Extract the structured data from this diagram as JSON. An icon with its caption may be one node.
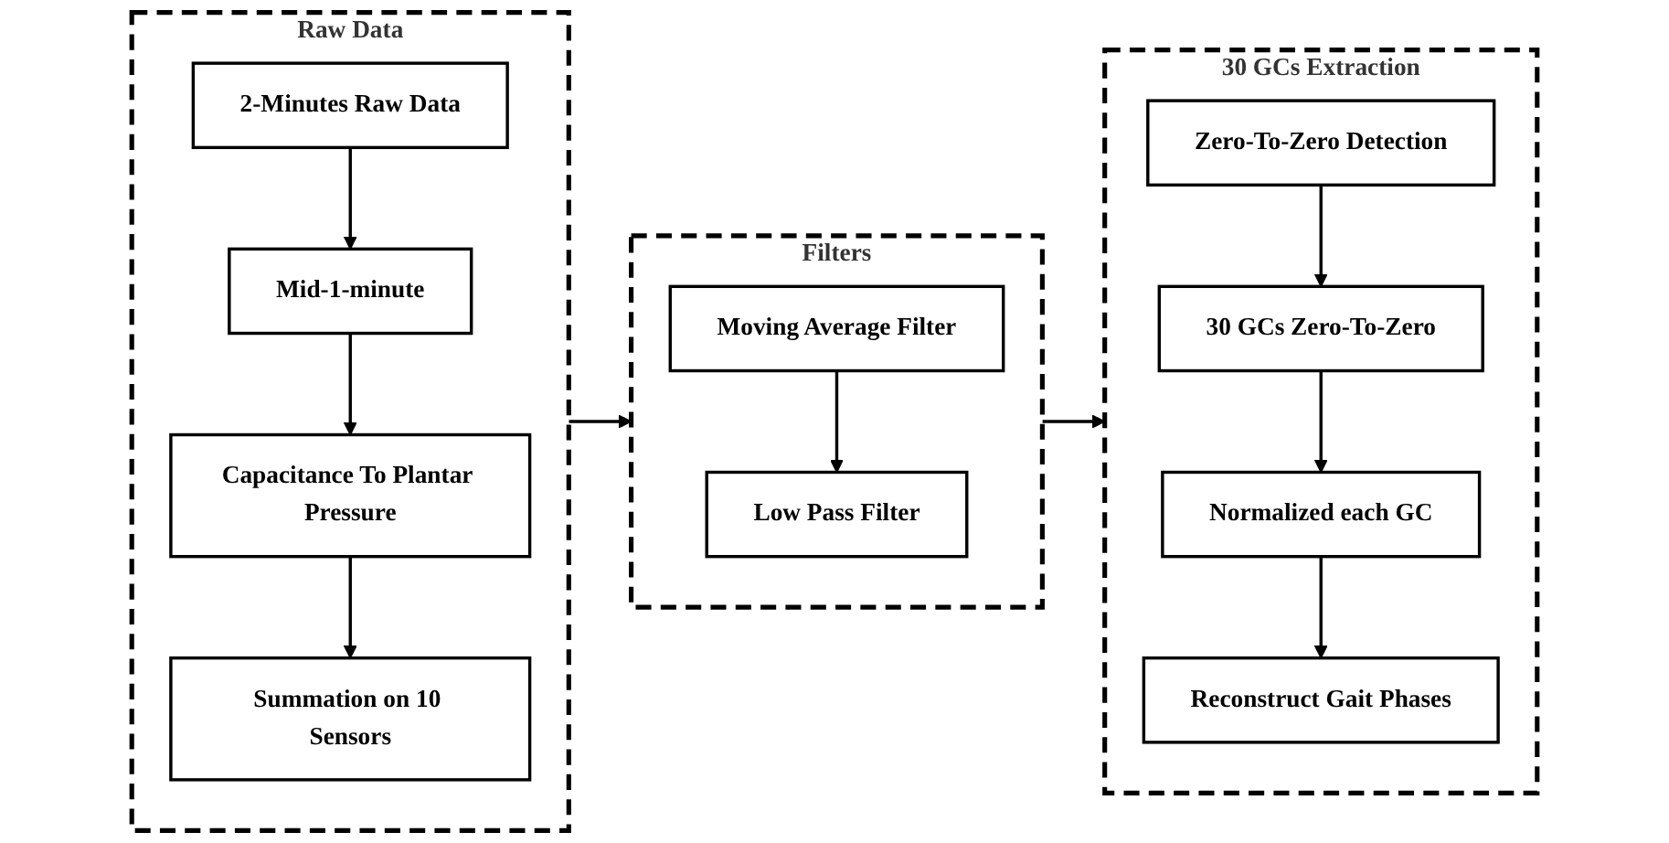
{
  "diagram": {
    "nodes": [
      {
        "text": [
          "Raw Data"
        ]
      },
      {
        "text": [
          "2-Minutes Raw Data"
        ],
        "in": 0
      },
      {
        "text": [
          "Mid-1-minute"
        ],
        "in": 0
      },
      {
        "text": [
          "Capacitance To Plantar Pressure"
        ],
        "in": 0
      },
      {
        "text": [
          "Summation on 10 Sensors"
        ],
        "in": 0
      },
      {
        "text": [
          "Filters"
        ]
      },
      {
        "text": [
          "Moving Average Filter"
        ],
        "in": 5
      },
      {
        "text": [
          "Low Pass Filter"
        ],
        "in": 5
      },
      {
        "text": [
          "30 GCs Extraction"
        ]
      },
      {
        "text": [
          "Zero-To-Zero Detection"
        ],
        "in": 8
      },
      {
        "text": [
          "30 GCs Zero-To-Zero"
        ],
        "in": 8
      },
      {
        "text": [
          "Normalized each GC"
        ],
        "in": 8
      },
      {
        "text": [
          "Reconstruct Gait Phases"
        ],
        "in": 8
      }
    ],
    "edges": [
      {
        "from": 1,
        "to": 2,
        "arrow": "to"
      },
      {
        "from": 2,
        "to": 3,
        "arrow": "to"
      },
      {
        "from": 3,
        "to": 4,
        "arrow": "to"
      },
      {
        "from": 0,
        "to": 5,
        "arrow": "to"
      },
      {
        "from": 6,
        "to": 7,
        "arrow": "to"
      },
      {
        "from": 5,
        "to": 8,
        "arrow": "to"
      },
      {
        "from": 9,
        "to": 10,
        "arrow": "to"
      },
      {
        "from": 10,
        "to": 11,
        "arrow": "to"
      },
      {
        "from": 11,
        "to": 12,
        "arrow": "to"
      }
    ]
  }
}
